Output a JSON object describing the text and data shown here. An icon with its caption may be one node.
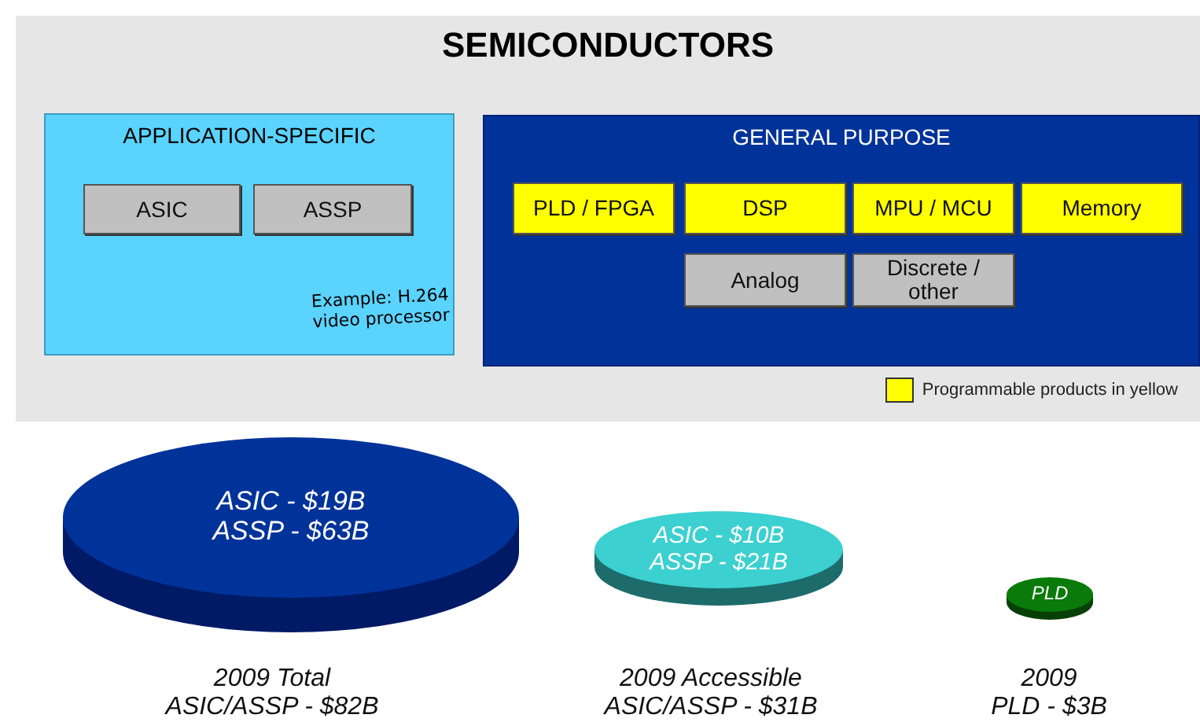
{
  "diagram": {
    "nodes": [
      {
        "text": [
          "SEMICONDUCTORS"
        ]
      },
      {
        "text": [
          "APPLICATION-SPECIFIC",
          "Example: H.264 video processor"
        ],
        "in": 0
      },
      {
        "text": [
          "ASIC"
        ],
        "in": 1
      },
      {
        "text": [
          "ASSP"
        ],
        "in": 1
      },
      {
        "text": [
          "GENERAL PURPOSE"
        ],
        "in": 0
      },
      {
        "text": [
          "PLD / FPGA"
        ],
        "in": 4
      },
      {
        "text": [
          "DSP"
        ],
        "in": 4
      },
      {
        "text": [
          "MPU / MCU"
        ],
        "in": 4
      },
      {
        "text": [
          "Memory"
        ],
        "in": 4
      },
      {
        "text": [
          "Analog"
        ],
        "in": 4
      },
      {
        "text": [
          "Discrete / other"
        ],
        "in": 4
      },
      {
        "text": [
          "ASIC - $19B",
          "ASSP - $63B"
        ],
        "beside": [
          "2009 Total",
          "ASIC/ASSP - $82B"
        ]
      },
      {
        "text": [
          "ASIC - $10B",
          "ASSP - $21B"
        ],
        "beside": [
          "2009 Accessible",
          "ASIC/ASSP - $31B"
        ]
      },
      {
        "text": [
          "PLD"
        ],
        "beside": [
          "2009",
          "PLD - $3B"
        ]
      }
    ],
    "edges": [],
    "legend": [
      {
        "text": "Programmable products in yellow",
        "color": "#ffff00"
      }
    ]
  }
}
